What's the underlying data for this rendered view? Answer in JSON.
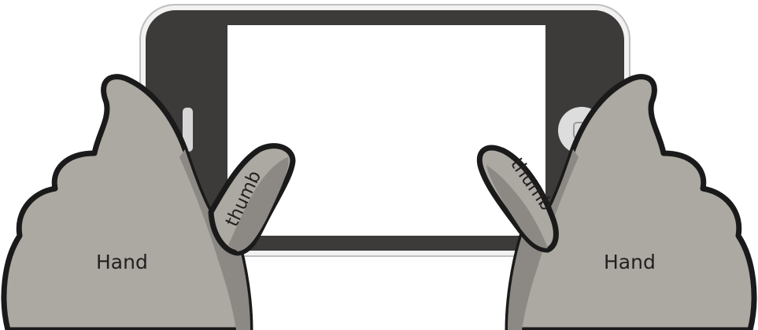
{
  "labels": {
    "left_hand": "Hand",
    "right_hand": "Hand",
    "left_thumb": "thumb",
    "right_thumb": "thumb"
  },
  "colors": {
    "phone_body": "#3d3b3a",
    "phone_frame": "#d9d9d9",
    "screen": "#ffffff",
    "skin": "#aca8a2",
    "skin_shade": "#8c8984",
    "outline": "#1a1a1a",
    "home_button": "#dddddd"
  },
  "icons": [
    "home-button-icon",
    "speaker-slot-icon"
  ]
}
